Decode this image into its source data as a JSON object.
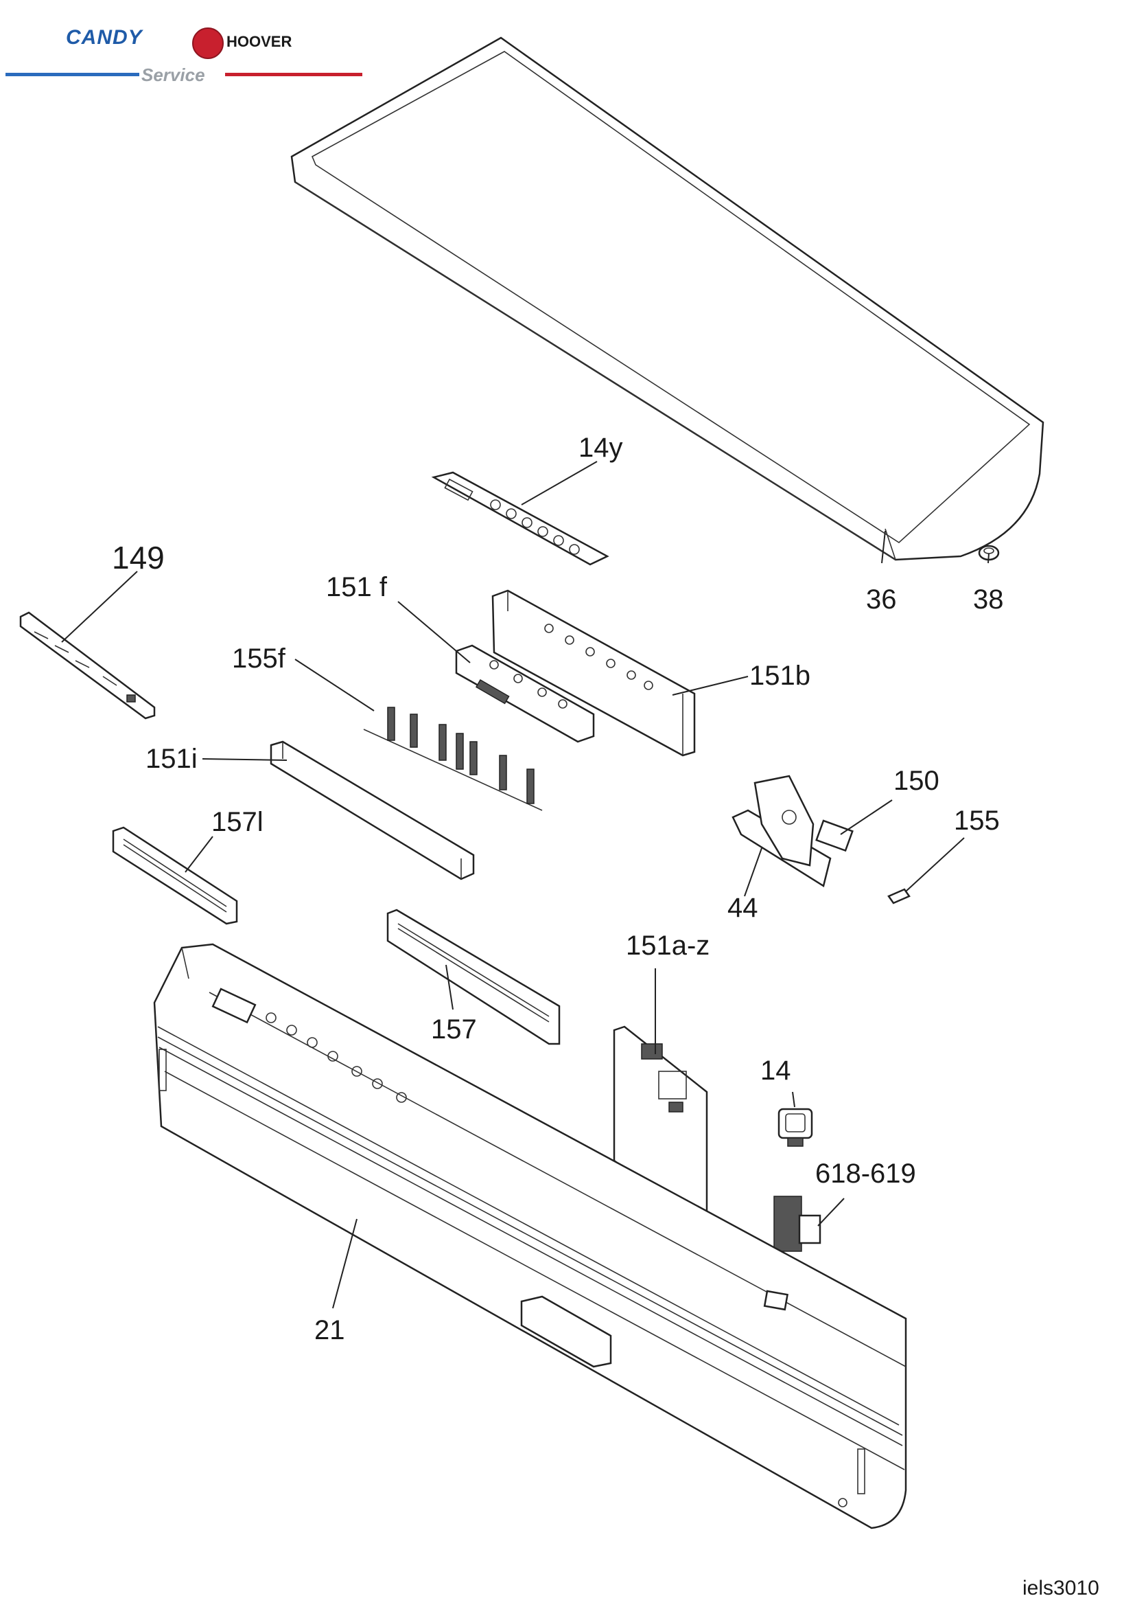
{
  "header": {
    "brand_candy": "CANDY",
    "brand_hoover": "HOOVER",
    "service_label": "Service",
    "colors": {
      "candy_blue": "#1f5ba8",
      "hoover_red": "#c8202e"
    }
  },
  "callouts": {
    "p14y": "14y",
    "p149": "149",
    "p151f": "151 f",
    "p36": "36",
    "p38": "38",
    "p155f": "155f",
    "p151b": "151b",
    "p151i": "151i",
    "p150": "150",
    "p155": "155",
    "p157l": "157l",
    "p44": "44",
    "p151az": "151a-z",
    "p157": "157",
    "p14": "14",
    "p618619": "618-619",
    "p21": "21"
  },
  "reference_code": "iels3010"
}
